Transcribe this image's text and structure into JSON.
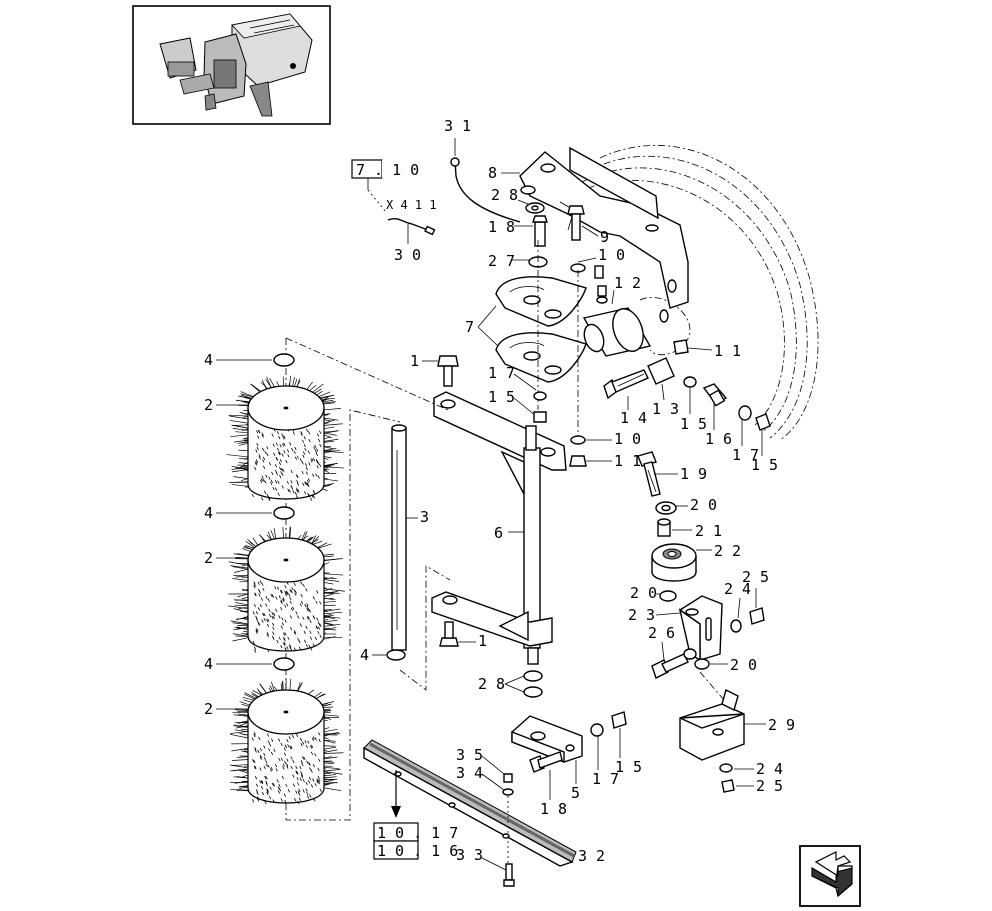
{
  "callouts": {
    "c1a": "1",
    "c1b": "1",
    "c2a": "2",
    "c2b": "2",
    "c2c": "2",
    "c3": "3",
    "c4a": "4",
    "c4b": "4",
    "c4c": "4",
    "c4d": "4",
    "c5": "5",
    "c6": "6",
    "c7": "7",
    "c8": "8",
    "c9": "9",
    "c10a": "1 0",
    "c10b": "1 0",
    "c11a": "1 1",
    "c11b": "1 1",
    "c12": "1 2",
    "c13": "1 3",
    "c14": "1 4",
    "c15a": "1 5",
    "c15b": "1 5",
    "c15c": "1 5",
    "c15d": "1 5",
    "c16": "1 6",
    "c17a": "1 7",
    "c17b": "1 7",
    "c17c": "1 7",
    "c18a": "1 8",
    "c18b": "1 8",
    "c19": "1 9",
    "c20a": "2 0",
    "c20b": "2 0",
    "c20c": "2 0",
    "c21": "2 1",
    "c22": "2 2",
    "c23": "2 3",
    "c24a": "2 4",
    "c24b": "2 4",
    "c25a": "2 5",
    "c25b": "2 5",
    "c26": "2 6",
    "c27": "2 7",
    "c28a": "2 8",
    "c28b": "2 8",
    "c29": "2 9",
    "c30": "3 0",
    "c31": "3 1",
    "c32": "3 2",
    "c33": "3 3",
    "c34": "3 4",
    "c35": "3 5"
  },
  "refs": {
    "ref_top": "7 . 1 0",
    "ref_mid1": "1 0 . 1 7",
    "ref_mid2": "1 0 . 1 6",
    "connector": "X 4 1 1"
  }
}
